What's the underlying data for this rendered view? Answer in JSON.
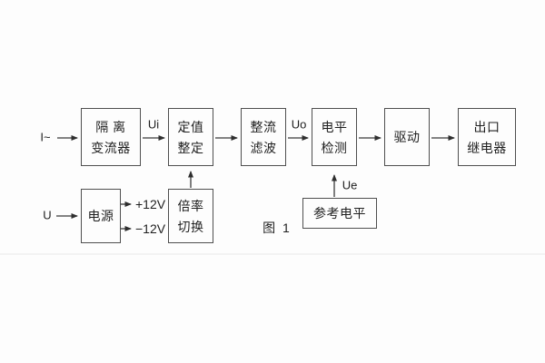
{
  "figure": {
    "caption": "图 1",
    "blocks": [
      {
        "name": "isolation-transformer",
        "lines": [
          "隔 离",
          "变流器"
        ]
      },
      {
        "name": "setting-adjust",
        "lines": [
          "定值",
          "整定"
        ]
      },
      {
        "name": "rectify-filter",
        "lines": [
          "整流",
          "滤波"
        ]
      },
      {
        "name": "level-detect",
        "lines": [
          "电平",
          "检测"
        ]
      },
      {
        "name": "driver",
        "lines": [
          "驱动"
        ]
      },
      {
        "name": "output-relay",
        "lines": [
          "出口",
          "继电器"
        ]
      },
      {
        "name": "power-supply",
        "lines": [
          "电源"
        ]
      },
      {
        "name": "ratio-switch",
        "lines": [
          "倍率",
          "切换"
        ]
      },
      {
        "name": "reference-level",
        "lines": [
          "参考电平"
        ]
      }
    ],
    "labels": {
      "input_current": "I~",
      "ui": "Ui",
      "uo": "Uo",
      "ue": "Ue",
      "input_voltage": "U",
      "plus_rail": "+12V",
      "minus_rail": "−12V"
    },
    "colors": {
      "line": "#3b3b3b",
      "text": "#1f1f1f",
      "background": "#fdfdfd"
    }
  }
}
